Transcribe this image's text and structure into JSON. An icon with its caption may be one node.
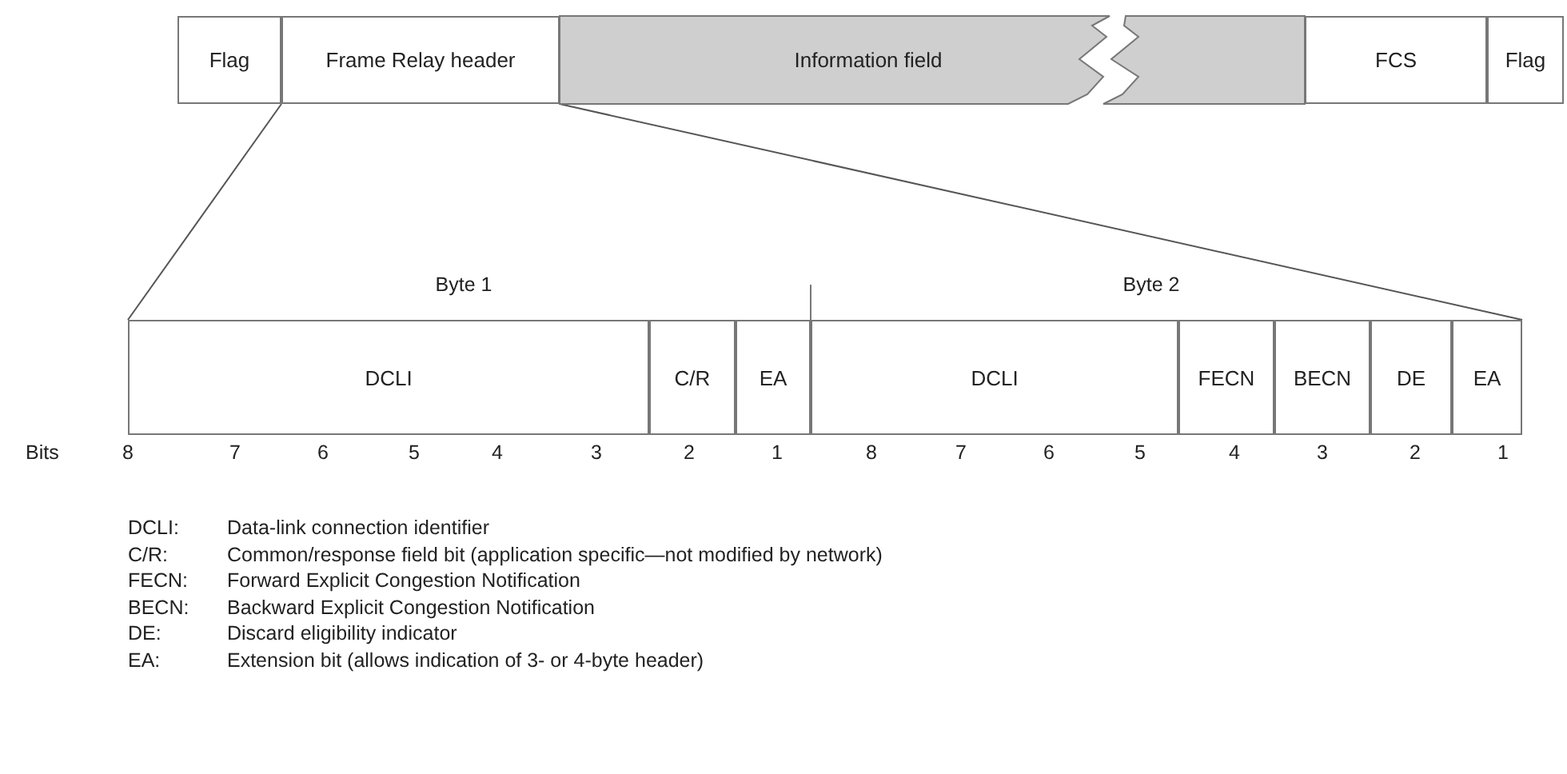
{
  "diagram": {
    "nodes": [
      {
        "text": [
          "Flag"
        ]
      },
      {
        "text": [
          "Frame Relay header"
        ]
      },
      {
        "text": [
          "Information field"
        ]
      },
      {
        "text": [
          "FCS"
        ]
      },
      {
        "text": [
          "Flag"
        ]
      },
      {
        "text": [
          "DCLI"
        ]
      },
      {
        "text": [
          "C/R"
        ]
      },
      {
        "text": [
          "EA"
        ]
      },
      {
        "text": [
          "DCLI"
        ]
      },
      {
        "text": [
          "FECN"
        ]
      },
      {
        "text": [
          "BECN"
        ]
      },
      {
        "text": [
          "DE"
        ]
      },
      {
        "text": [
          "EA"
        ]
      }
    ],
    "edges": [
      {
        "from": 1,
        "to": 5,
        "arrow": "none"
      },
      {
        "from": 1,
        "to": 12,
        "arrow": "none"
      }
    ],
    "labels": [
      "Byte 1",
      "Byte 2",
      "Bits",
      "8",
      "7",
      "6",
      "5",
      "4",
      "3",
      "2",
      "1",
      "8",
      "7",
      "6",
      "5",
      "4",
      "3",
      "2",
      "1",
      "DCLI:",
      "Data-link connection identifier",
      "C/R:",
      "Common/response field bit (application specific—not modified by network)",
      "FECN:",
      "Forward Explicit Congestion Notification",
      "BECN:",
      "Backward Explicit Congestion Notification",
      "DE:",
      "Discard eligibility indicator",
      "EA:",
      "Extension bit (allows indication of 3- or 4-byte header)"
    ]
  }
}
